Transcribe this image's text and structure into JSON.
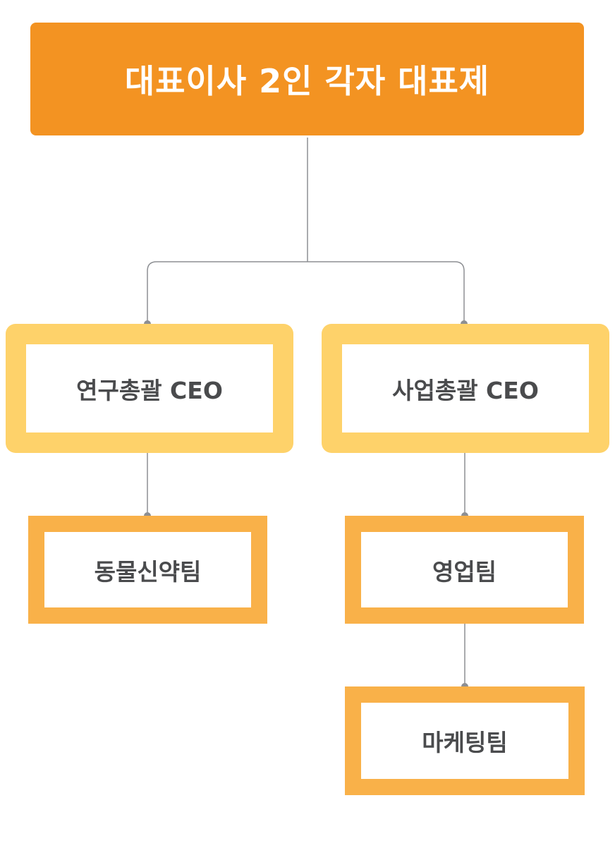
{
  "chart": {
    "root": "대표이사 2인 각자 대표제",
    "ceos": [
      {
        "label": "연구총괄 CEO"
      },
      {
        "label": "사업총괄 CEO"
      }
    ],
    "teams": [
      {
        "label": "동물신약팀"
      },
      {
        "label": "영업팀"
      },
      {
        "label": "마케팅팀"
      }
    ]
  },
  "colors": {
    "root_fill": "#f39322",
    "ceo_border": "#fed26a",
    "team_border": "#f9b149",
    "connector": "#8d8f93",
    "text": "#4a4b4d"
  }
}
